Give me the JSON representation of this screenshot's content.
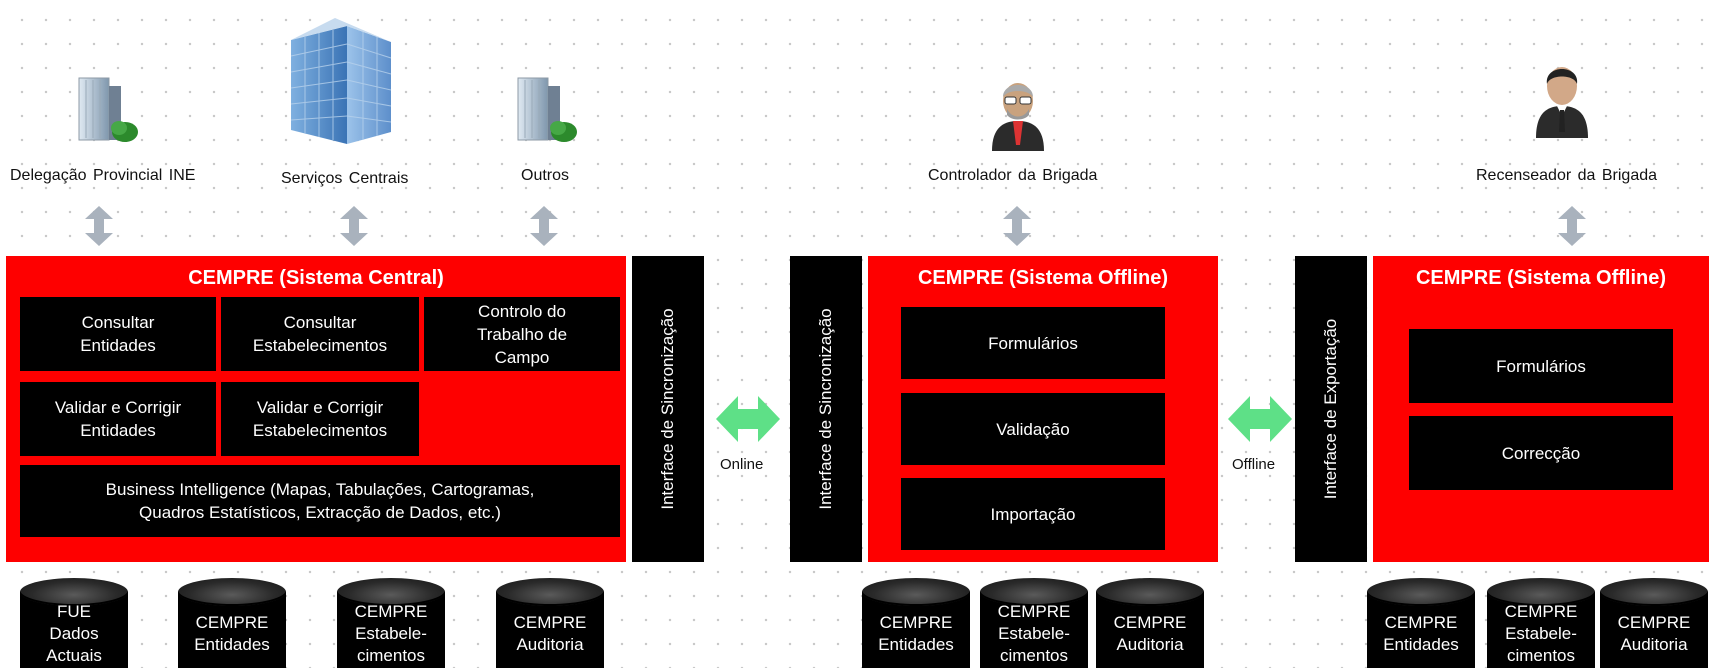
{
  "actors": [
    {
      "label": "Delegação Provincial INE",
      "icon": "small-building-icon"
    },
    {
      "label": "Serviços Centrais",
      "icon": "office-tower-icon"
    },
    {
      "label": "Outros",
      "icon": "small-building-icon"
    },
    {
      "label": "Controlador da Brigada",
      "icon": "man-with-glasses-icon"
    },
    {
      "label": "Recenseador da Brigada",
      "icon": "businessman-icon"
    }
  ],
  "central": {
    "title": "CEMPRE (Sistema Central)",
    "modules": [
      "Consultar\nEntidades",
      "Consultar\nEstabelecimentos",
      "Controlo do\nTrabalho de\nCampo",
      "Validar e Corrigir\nEntidades",
      "Validar e Corrigir\nEstabelecimentos",
      "Business Intelligence (Mapas,  Tabulações, Cartogramas,\nQuadros Estatísticos, Extracção de Dados, etc.)"
    ],
    "interface": "Interface de Sincronização",
    "databases": [
      "FUE\nDados\nActuais",
      "CEMPRE\nEntidades",
      "CEMPRE\nEstabele-\ncimentos",
      "CEMPRE\nAuditoria"
    ]
  },
  "links": [
    {
      "label": "Online",
      "color": "#5ee087"
    },
    {
      "label": "Offline",
      "color": "#5ee087"
    }
  ],
  "offline_controller": {
    "interface": "Interface de Sincronização",
    "title": "CEMPRE (Sistema Offline)",
    "modules": [
      "Formulários",
      "Validação",
      "Importação"
    ],
    "databases": [
      "CEMPRE\nEntidades",
      "CEMPRE\nEstabele-\ncimentos",
      "CEMPRE\nAuditoria"
    ]
  },
  "offline_enumerator": {
    "interface": "Interface de Exportação",
    "title": "CEMPRE (Sistema Offline)",
    "modules": [
      "Formulários",
      "Correcção"
    ],
    "databases": [
      "CEMPRE\nEntidades",
      "CEMPRE\nEstabele-\ncimentos",
      "CEMPRE\nAuditoria"
    ]
  },
  "colors": {
    "panel": "#fe0000",
    "module": "#000000",
    "arrow_grey": "#a9b2bd",
    "link_arrow": "#5ee087"
  }
}
